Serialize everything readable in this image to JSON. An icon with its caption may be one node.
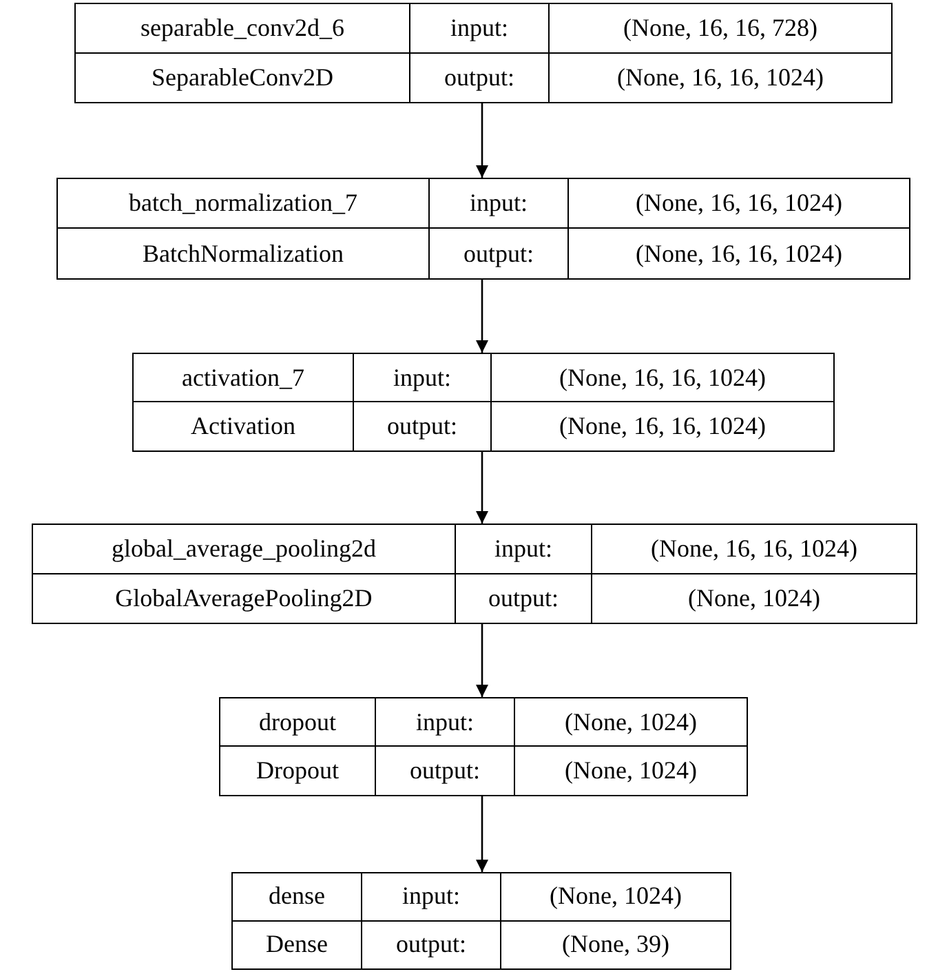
{
  "diagram": {
    "nodes": [
      {
        "text": [
          "separable_conv2d_6",
          "input:",
          "(None, 16, 16, 728)",
          "SeparableConv2D",
          "output:",
          "(None, 16, 16, 1024)"
        ]
      },
      {
        "text": [
          "batch_normalization_7",
          "input:",
          "(None, 16, 16, 1024)",
          "BatchNormalization",
          "output:",
          "(None, 16, 16, 1024)"
        ]
      },
      {
        "text": [
          "activation_7",
          "input:",
          "(None, 16, 16, 1024)",
          "Activation",
          "output:",
          "(None, 16, 16, 1024)"
        ]
      },
      {
        "text": [
          "global_average_pooling2d",
          "input:",
          "(None, 16, 16, 1024)",
          "GlobalAveragePooling2D",
          "output:",
          "(None, 1024)"
        ]
      },
      {
        "text": [
          "dropout",
          "input:",
          "(None, 1024)",
          "Dropout",
          "output:",
          "(None, 1024)"
        ]
      },
      {
        "text": [
          "dense",
          "input:",
          "(None, 1024)",
          "Dense",
          "output:",
          "(None, 39)"
        ]
      }
    ],
    "edges": [
      {
        "from": 0,
        "to": 1,
        "arrow": "to"
      },
      {
        "from": 1,
        "to": 2,
        "arrow": "to"
      },
      {
        "from": 2,
        "to": 3,
        "arrow": "to"
      },
      {
        "from": 3,
        "to": 4,
        "arrow": "to"
      },
      {
        "from": 4,
        "to": 5,
        "arrow": "to"
      }
    ]
  }
}
